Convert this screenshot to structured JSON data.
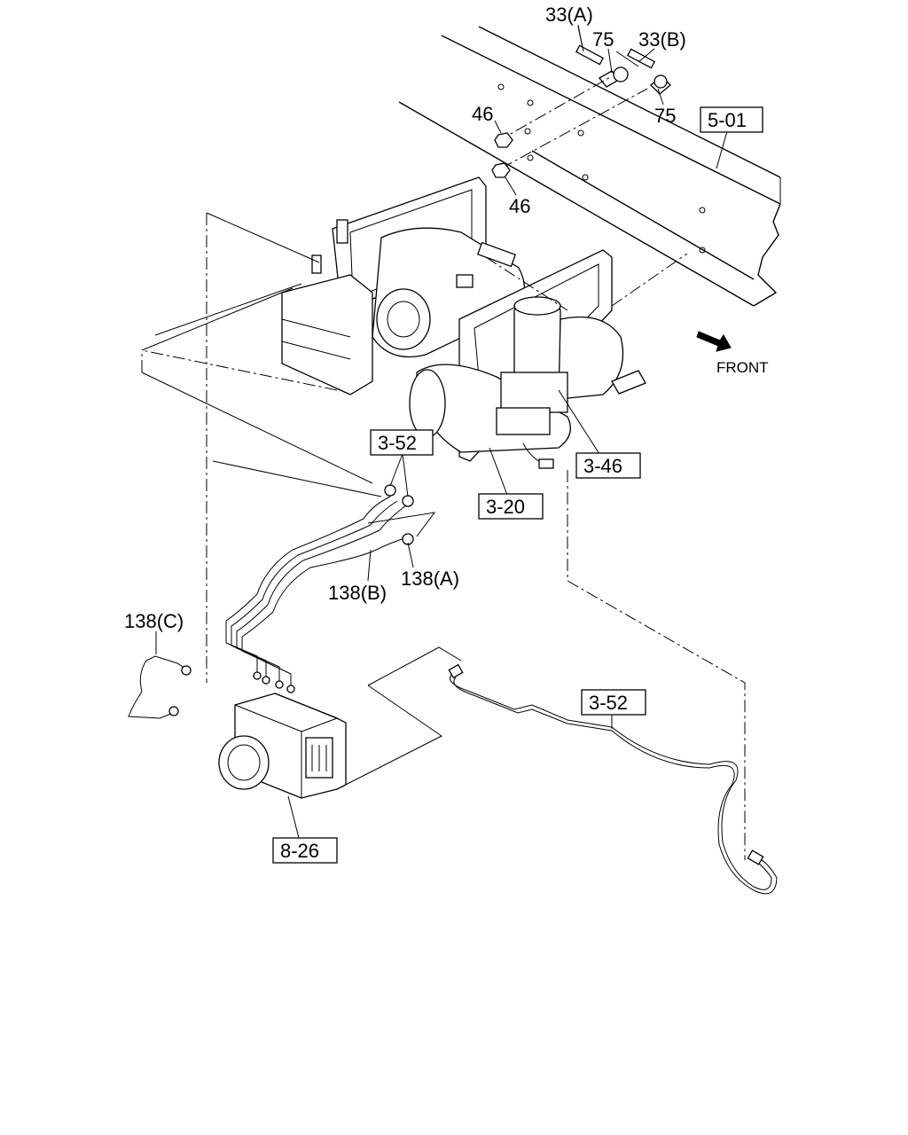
{
  "callouts": {
    "c33a": "33(A)",
    "c75_top": "75",
    "c33b": "33(B)",
    "c75_right": "75",
    "c46_top": "46",
    "c46_bottom": "46",
    "c138a": "138(A)",
    "c138b": "138(B)",
    "c138c": "138(C)"
  },
  "references": {
    "r501": "5-01",
    "r352_top": "3-52",
    "r346": "3-46",
    "r320": "3-20",
    "r352_right": "3-52",
    "r826": "8-26"
  },
  "direction": {
    "front_label": "FRONT",
    "arrow_icon": "front-arrow-icon"
  }
}
